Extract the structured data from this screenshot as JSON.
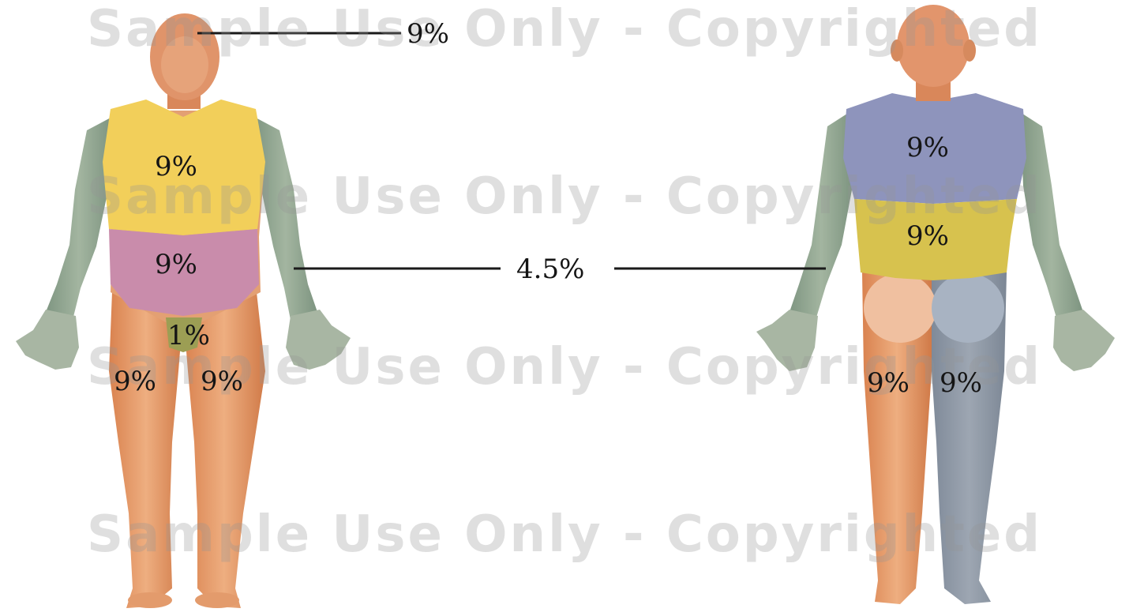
{
  "watermark": {
    "text": "Sample Use Only - Copyrighted",
    "color": "#9a9a9a"
  },
  "front": {
    "head": "9%",
    "chest": "9%",
    "abdomen": "9%",
    "groin": "1%",
    "right_leg": "9%",
    "left_leg": "9%"
  },
  "arm": "4.5%",
  "back": {
    "upper_back": "9%",
    "lower_back": "9%",
    "left_leg": "9%",
    "right_leg": "9%"
  },
  "colors": {
    "skin": "#e29a6a",
    "arm": "#8ea58f",
    "chest": "#f2cf5a",
    "abdomen": "#c98cab",
    "groin": "#9c9e54",
    "upper_back": "#8e94bc",
    "lower_back": "#d7c24e",
    "back_leg": "#8e98a6"
  }
}
